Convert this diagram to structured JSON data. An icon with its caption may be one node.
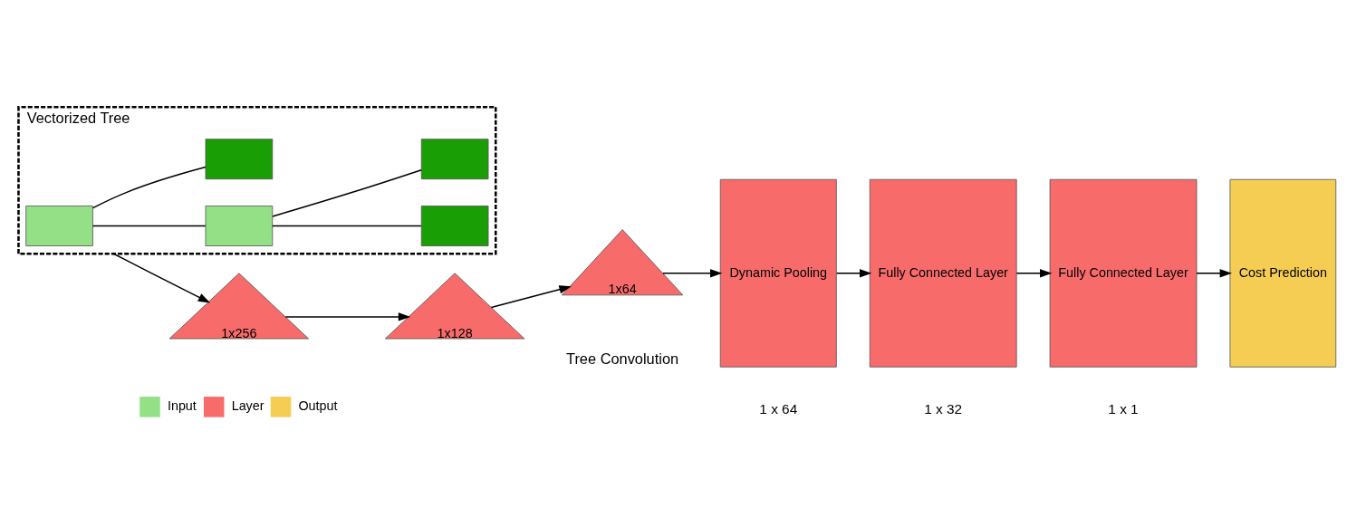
{
  "diagram": {
    "nodes": [
      {
        "text": [
          "Vectorized Tree"
        ]
      },
      {
        "text": [],
        "shape": "box",
        "in": 0
      },
      {
        "text": [],
        "shape": "box",
        "in": 0
      },
      {
        "text": [],
        "shape": "box",
        "in": 0
      },
      {
        "text": [],
        "shape": "box",
        "in": 0
      },
      {
        "text": [],
        "shape": "box",
        "in": 0
      },
      {
        "text": [
          "1x256"
        ]
      },
      {
        "text": [
          "1x128"
        ]
      },
      {
        "text": [
          "1x64"
        ]
      },
      {
        "text": [
          "Dynamic Pooling"
        ],
        "beside": [
          "1 x 64"
        ]
      },
      {
        "text": [
          "Fully Connected Layer"
        ],
        "beside": [
          "1 x 32"
        ]
      },
      {
        "text": [
          "Fully Connected Layer"
        ],
        "beside": [
          "1 x 1"
        ]
      },
      {
        "text": [
          "Cost Prediction"
        ]
      }
    ],
    "edges": [
      {
        "from": 1,
        "to": 2,
        "arrow": "none"
      },
      {
        "from": 1,
        "to": 3,
        "arrow": "none"
      },
      {
        "from": 2,
        "to": 4,
        "arrow": "none"
      },
      {
        "from": 2,
        "to": 5,
        "arrow": "none"
      },
      {
        "from": 0,
        "to": 6,
        "arrow": "to"
      },
      {
        "from": 6,
        "to": 7,
        "arrow": "to"
      },
      {
        "from": 7,
        "to": 8,
        "arrow": "to"
      },
      {
        "from": 8,
        "to": 9,
        "arrow": "to"
      },
      {
        "from": 9,
        "to": 10,
        "arrow": "to"
      },
      {
        "from": 10,
        "to": 11,
        "arrow": "to"
      },
      {
        "from": 11,
        "to": 12,
        "arrow": "to"
      }
    ],
    "labels": [
      "Tree Convolution"
    ],
    "legend": [
      {
        "text": "Input",
        "color": "#93e087"
      },
      {
        "text": "Layer",
        "color": "#f86b6b"
      },
      {
        "text": "Output",
        "color": "#f4cd52"
      }
    ]
  }
}
